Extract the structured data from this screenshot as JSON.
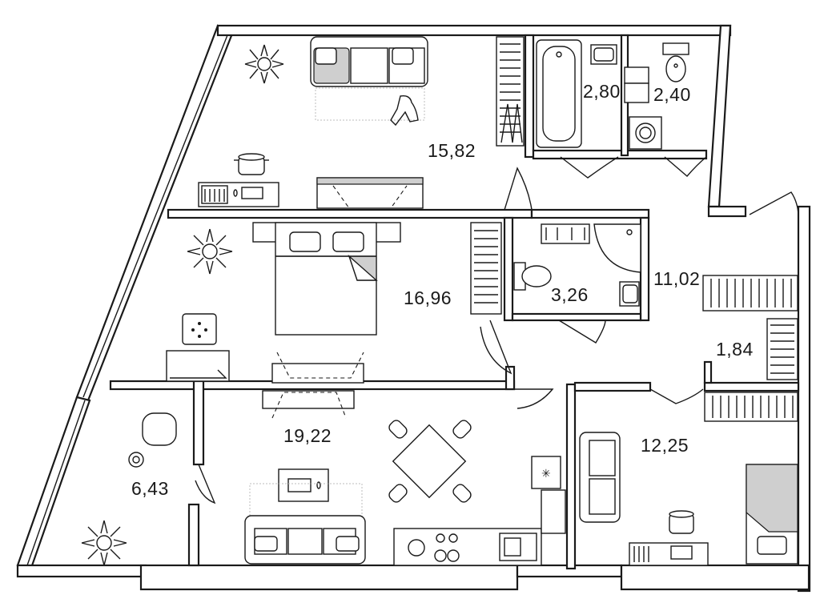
{
  "plan": {
    "rooms": [
      {
        "id": "living-top",
        "area": "15,82"
      },
      {
        "id": "bath-1",
        "area": "2,80"
      },
      {
        "id": "wc",
        "area": "2,40"
      },
      {
        "id": "bedroom",
        "area": "16,96"
      },
      {
        "id": "bath-2",
        "area": "3,26"
      },
      {
        "id": "hall",
        "area": "11,02"
      },
      {
        "id": "storage",
        "area": "1,84"
      },
      {
        "id": "kitchen-living",
        "area": "19,22"
      },
      {
        "id": "loggia",
        "area": "6,43"
      },
      {
        "id": "bedroom-2",
        "area": "12,25"
      }
    ]
  },
  "colors": {
    "wall": "#1a1a1a",
    "fill": "#ffffff",
    "accent_gray": "#cfcfcf"
  }
}
